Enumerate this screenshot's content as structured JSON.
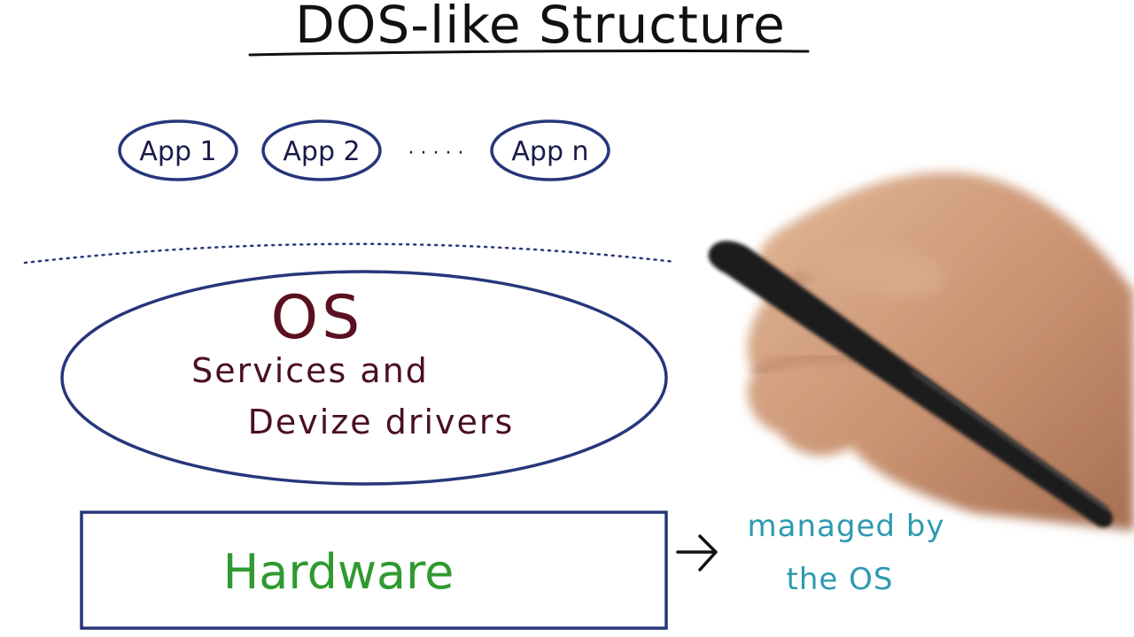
{
  "title": "DOS-like Structure",
  "apps": [
    "App 1",
    "App 2",
    "App n"
  ],
  "app_ellipsis": "· · · · ·",
  "os": {
    "title": "OS",
    "line1": "Services and",
    "line2": "Devize drivers"
  },
  "hardware": {
    "label": "Hardware"
  },
  "annotation": {
    "line1": "managed by",
    "line2": "the OS"
  },
  "colors": {
    "shape_stroke": "#27367a",
    "title_ink": "#111111",
    "os_ink": "#5a1020",
    "hardware_ink": "#2f9a2f",
    "annotation_ink": "#2d9ab0"
  }
}
